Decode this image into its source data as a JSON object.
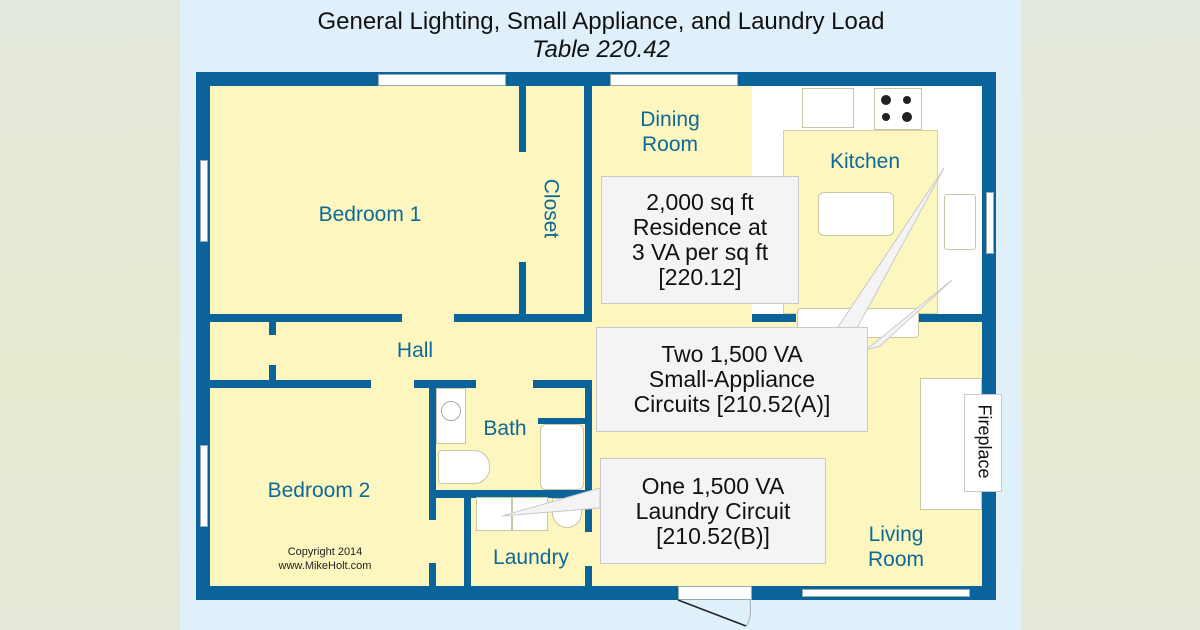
{
  "title": {
    "main": "General Lighting, Small Appliance, and Laundry Load",
    "subtitle": "Table 220.42"
  },
  "rooms": {
    "bedroom1": "Bedroom 1",
    "closet": "Closet",
    "dining": [
      "Dining",
      "Room"
    ],
    "kitchen": "Kitchen",
    "hall": "Hall",
    "bath": "Bath",
    "bedroom2": "Bedroom 2",
    "laundry": "Laundry",
    "living": [
      "Living",
      "Room"
    ],
    "fireplace": "Fireplace"
  },
  "callouts": {
    "general_lighting": [
      "2,000 sq ft",
      "Residence at",
      "3 VA per sq ft",
      "[220.12]"
    ],
    "small_appliance": [
      "Two 1,500 VA",
      "Small-Appliance",
      "Circuits [210.52(A)]"
    ],
    "laundry": [
      "One 1,500 VA",
      "Laundry Circuit",
      "[210.52(B)]"
    ]
  },
  "copyright": [
    "Copyright 2014",
    "www.MikeHolt.com"
  ],
  "colors": {
    "wall": "#0a6399",
    "floor": "#fdf6bf",
    "room_label": "#0d6a98",
    "panel_bg": "#dff0fa"
  }
}
